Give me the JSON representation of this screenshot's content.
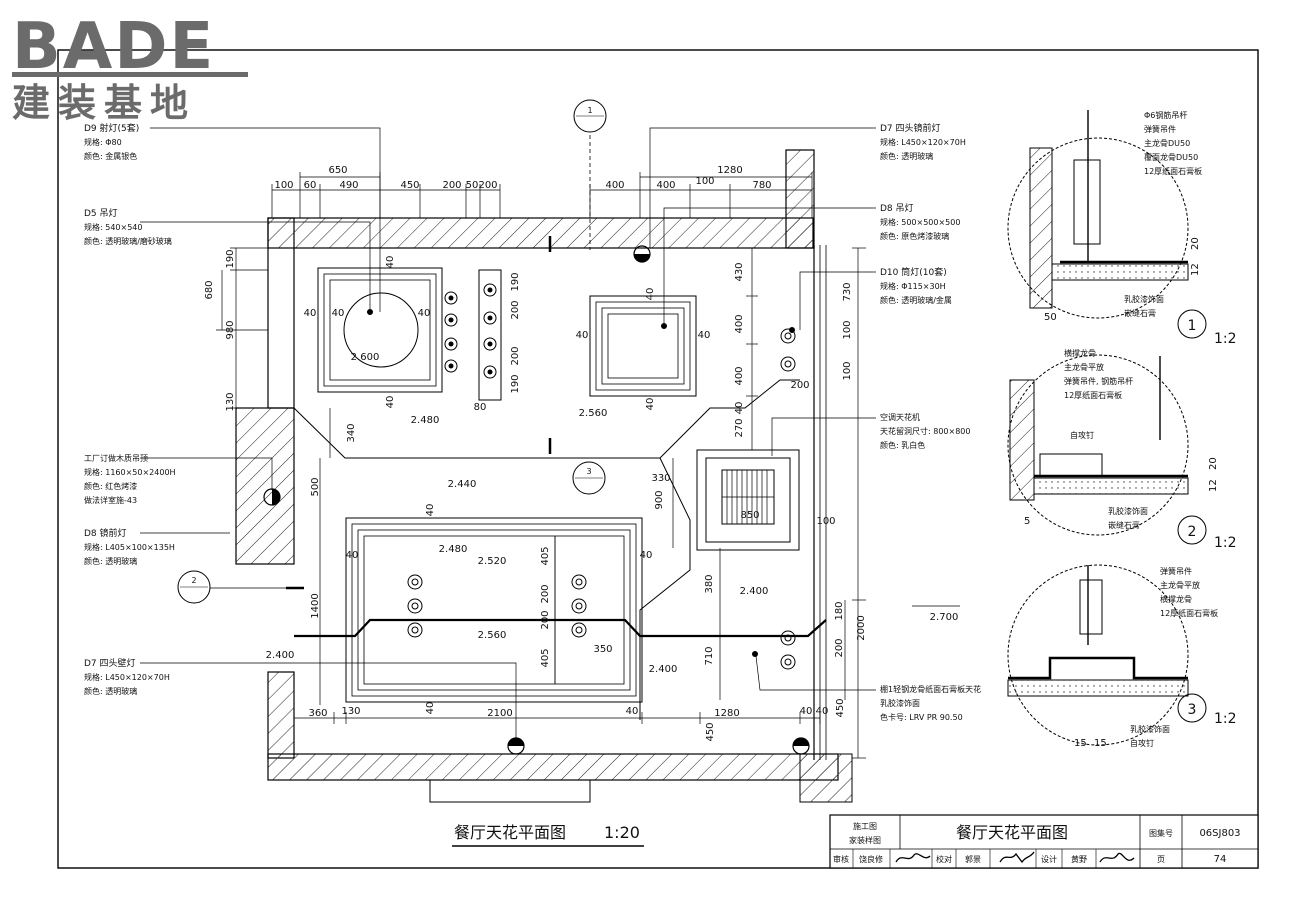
{
  "logo": {
    "brand": "BADE",
    "subtitle": "建装基地"
  },
  "drawing_title": {
    "name": "餐厅天花平面图",
    "scale": "1:20"
  },
  "callouts": {
    "d9": {
      "title": "D9 射灯(5套)",
      "spec": "规格: Φ80",
      "color": "颜色: 金属银色"
    },
    "d5": {
      "title": "D5 吊灯",
      "spec": "规格: 540×540",
      "color": "颜色: 透明玻璃/磨砂玻璃"
    },
    "wood": {
      "title": "工厂订做木质吊顶",
      "spec": "规格: 1160×50×2400H",
      "color": "颜色: 红色烤漆",
      "method": "做法详室施-43"
    },
    "d8mirror": {
      "title": "D8 镜前灯",
      "spec": "规格: L405×100×135H",
      "color": "颜色: 透明玻璃"
    },
    "d7wall": {
      "title": "D7 四头壁灯",
      "spec": "规格: L450×120×70H",
      "color": "颜色: 透明玻璃"
    },
    "d7mirror": {
      "title": "D7 四头镜前灯",
      "spec": "规格: L450×120×70H",
      "color": "颜色: 透明玻璃"
    },
    "d8pendant": {
      "title": "D8 吊灯",
      "spec": "规格: 500×500×500",
      "color": "颜色: 原色烤漆玻璃"
    },
    "d10": {
      "title": "D10 筒灯(10套)",
      "spec": "规格: Φ115×30H",
      "color": "颜色: 透明玻璃/金属"
    },
    "ac": {
      "title": "空调天花机",
      "spec": "天花留洞尺寸: 800×800",
      "color": "颜色: 乳白色"
    },
    "ceiling": {
      "title": "棚1轻钢龙骨纸面石膏板天花",
      "finish": "乳胶漆饰面",
      "code": "色卡号: LRV PR 90.50"
    }
  },
  "dims": {
    "top_left": {
      "d650": "650",
      "d100": "100",
      "d60": "60",
      "d490": "490",
      "d450": "450",
      "d200a": "200",
      "d50": "50",
      "d200b": "200"
    },
    "top_right": {
      "d400a": "400",
      "d400b": "400",
      "d100": "100",
      "d1280": "1280",
      "d780": "780"
    },
    "left": {
      "d190": "190",
      "d680": "680",
      "d980": "980",
      "d130": "130",
      "d340": "340",
      "d500": "500",
      "d1400": "1400"
    },
    "bottom": {
      "d360": "360",
      "d130": "130",
      "d2100": "2100",
      "d40a": "40",
      "d1280": "1280",
      "d40b": "40",
      "d40c": "40",
      "d450": "450",
      "d450b": "450"
    },
    "right": {
      "d730": "730",
      "d100a": "100",
      "d100b": "100",
      "d180": "180",
      "d200": "200",
      "d2000": "2000"
    },
    "center": {
      "d430": "430",
      "d400a": "400",
      "d400b": "400",
      "d270": "270",
      "d40": "40",
      "d200": "200",
      "d330": "330",
      "d900": "900",
      "d850": "850",
      "d100": "100",
      "d380": "380",
      "d710": "710",
      "d350": "350",
      "d405a": "405",
      "d200b": "200",
      "d200c": "200",
      "d405b": "405"
    },
    "inner": {
      "d190a": "190",
      "d200a": "200",
      "d200b": "200",
      "d190b": "190"
    },
    "offsets": {
      "o40": "40"
    },
    "levels": {
      "l2600": "2.600",
      "l2480a": "2.480",
      "l2560a": "2.560",
      "l2440": "2.440",
      "l2480b": "2.480",
      "l2520": "2.520",
      "l2560b": "2.560",
      "l2400a": "2.400",
      "l2400b": "2.400",
      "l2400c": "2.400",
      "l2700": "2.700"
    }
  },
  "section_marks": {
    "s1": "1",
    "s2": "2",
    "s3": "3"
  },
  "details": {
    "d1": {
      "labels": [
        "Φ6钢筋吊杆",
        "弹簧吊件",
        "主龙骨DU50",
        "覆面龙骨DU50",
        "12厚纸面石膏板"
      ],
      "bottom": [
        "乳胶漆饰面",
        "嵌缝石膏"
      ],
      "dims": {
        "d20": "20",
        "d12": "12",
        "d50": "50"
      },
      "num": "1",
      "scale": "1:2"
    },
    "d2": {
      "labels": [
        "横撑龙骨",
        "主龙骨平放",
        "弹簧吊件, 钢筋吊杆",
        "12厚纸面石膏板",
        "自攻钉"
      ],
      "bottom": [
        "乳胶漆饰面",
        "嵌缝石膏"
      ],
      "dims": {
        "d20": "20",
        "d12": "12",
        "d5": "5"
      },
      "num": "2",
      "scale": "1:2"
    },
    "d3": {
      "labels": [
        "弹簧吊件",
        "主龙骨平放",
        "横撑龙骨",
        "12厚纸面石膏板"
      ],
      "bottom": [
        "乳胶漆饰面",
        "自攻钉"
      ],
      "dims": {
        "d15a": "15",
        "d15b": "15"
      },
      "num": "3",
      "scale": "1:2"
    }
  },
  "title_block": {
    "type": "施工图",
    "type2": "家装样图",
    "name": "餐厅天花平面图",
    "atlas_label": "图集号",
    "atlas_no": "06SJ803",
    "review_label": "审核",
    "reviewer": "饶良修",
    "check_label": "校对",
    "checker": "郭景",
    "design_label": "设计",
    "designer": "黄野",
    "page_label": "页",
    "page_no": "74"
  }
}
